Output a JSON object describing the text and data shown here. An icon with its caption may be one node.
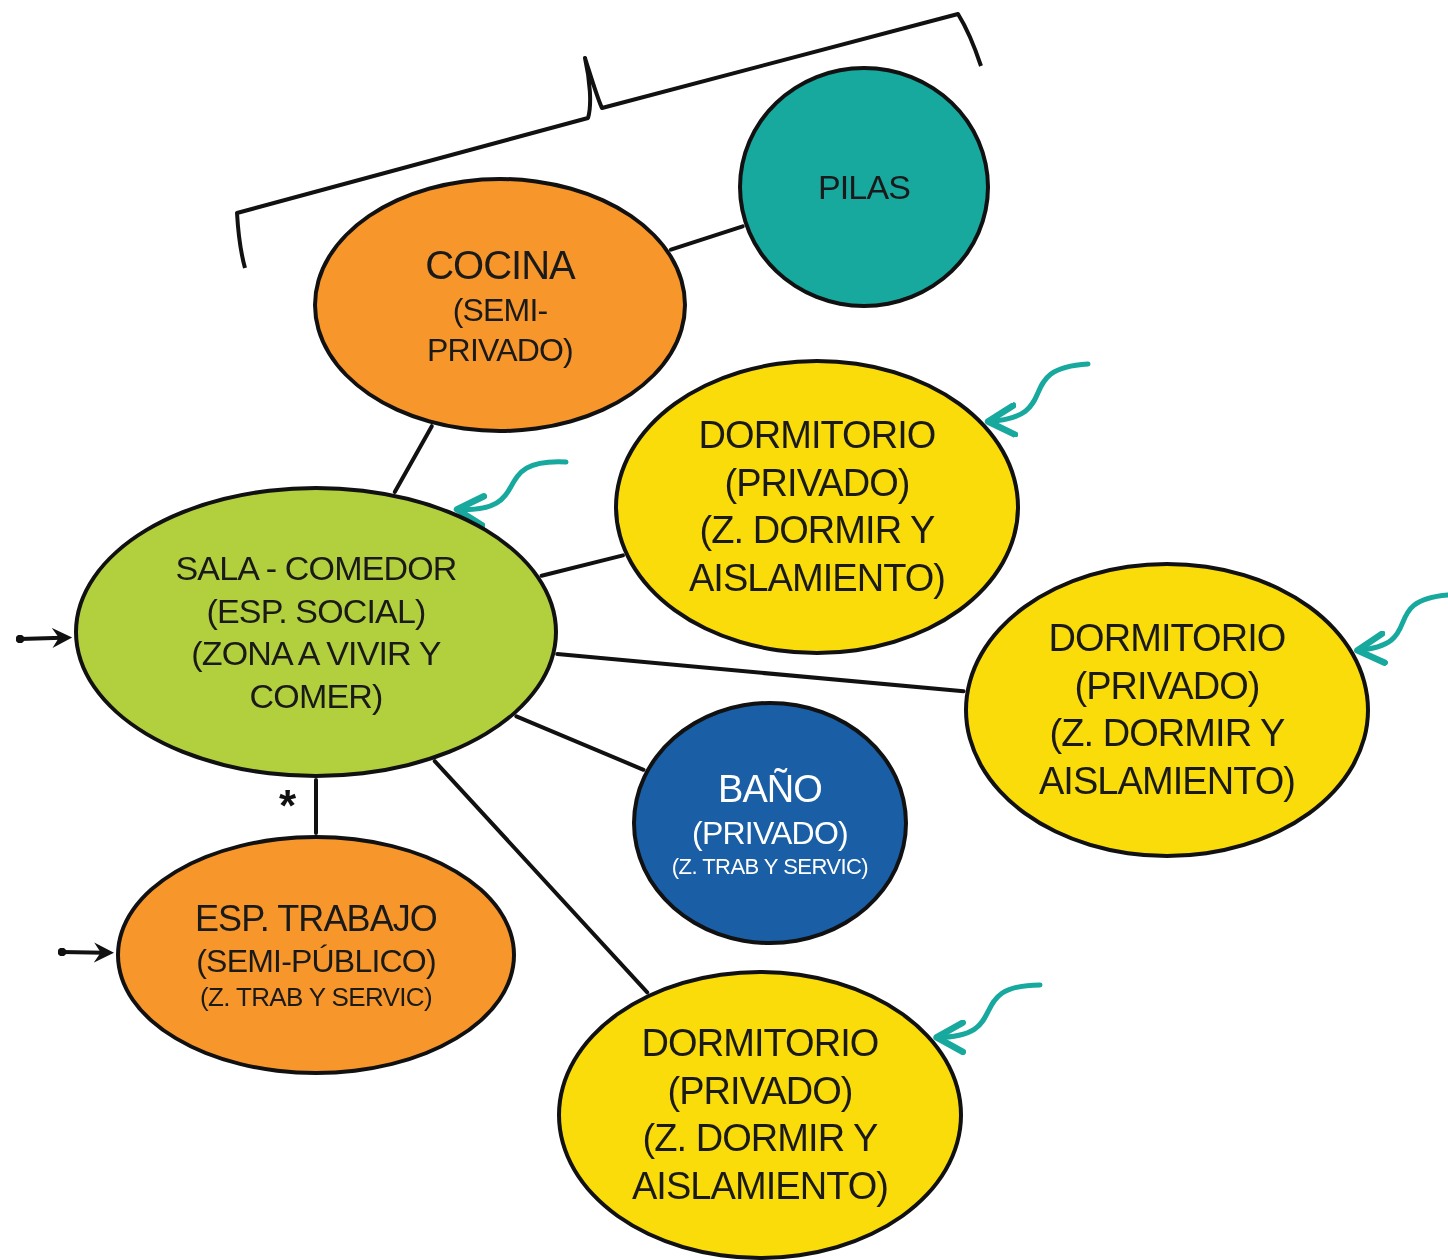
{
  "diagram": {
    "nodes": [
      {
        "text": [
          "COCINA",
          "(SEMI- PRIVADO)"
        ]
      },
      {
        "text": [
          "PILAS"
        ]
      },
      {
        "text": [
          "DORMITORIO",
          "(PRIVADO)",
          "(Z. DORMIR Y AISLAMIENTO)"
        ]
      },
      {
        "text": [
          "SALA - COMEDOR",
          "(ESP.  SOCIAL)",
          "(ZONA A VIVIR Y COMER)"
        ]
      },
      {
        "text": [
          "DORMITORIO",
          "(PRIVADO)",
          "(Z. DORMIR Y AISLAMIENTO)"
        ]
      },
      {
        "text": [
          "BAÑO",
          "(PRIVADO)",
          "(Z. TRAB Y SERVIC)"
        ]
      },
      {
        "text": [
          "ESP. TRABAJO",
          "(SEMI-PÚBLICO)",
          "(Z. TRAB Y SERVIC)"
        ]
      },
      {
        "text": [
          "DORMITORIO",
          "(PRIVADO)",
          "(Z. DORMIR Y AISLAMIENTO)"
        ]
      }
    ],
    "edges": [
      {
        "from": 0,
        "to": 1,
        "arrow": "none"
      },
      {
        "from": 0,
        "to": 3,
        "arrow": "none"
      },
      {
        "from": 3,
        "to": 2,
        "arrow": "none"
      },
      {
        "from": 3,
        "to": 4,
        "arrow": "none"
      },
      {
        "from": 3,
        "to": 5,
        "arrow": "none"
      },
      {
        "from": 3,
        "to": 7,
        "arrow": "none"
      },
      {
        "from": 3,
        "to": 6,
        "arrow": "none"
      },
      {
        "from": null,
        "to": 2,
        "arrow": "to",
        "color": "#17a89e"
      },
      {
        "from": null,
        "to": 3,
        "arrow": "to",
        "color": "#17a89e"
      },
      {
        "from": null,
        "to": 4,
        "arrow": "to",
        "color": "#17a89e"
      },
      {
        "from": null,
        "to": 7,
        "arrow": "to",
        "color": "#17a89e"
      },
      {
        "from": null,
        "to": 3,
        "arrow": "to"
      },
      {
        "from": null,
        "to": 6,
        "arrow": "to"
      }
    ],
    "labels": [
      "*"
    ]
  }
}
